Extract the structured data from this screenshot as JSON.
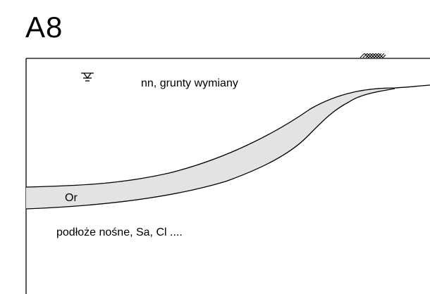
{
  "title": "A8",
  "labels": {
    "top_layer": "nn, grunty wymiany",
    "thin_layer": "Or",
    "bottom_layer": "podłoże nośne, Sa, Cl ...."
  },
  "colors": {
    "line": "#000000",
    "layer_fill": "#e3e3e3",
    "background": "#ffffff"
  },
  "icons": [
    "water-table-icon",
    "ground-hatch-icon"
  ]
}
